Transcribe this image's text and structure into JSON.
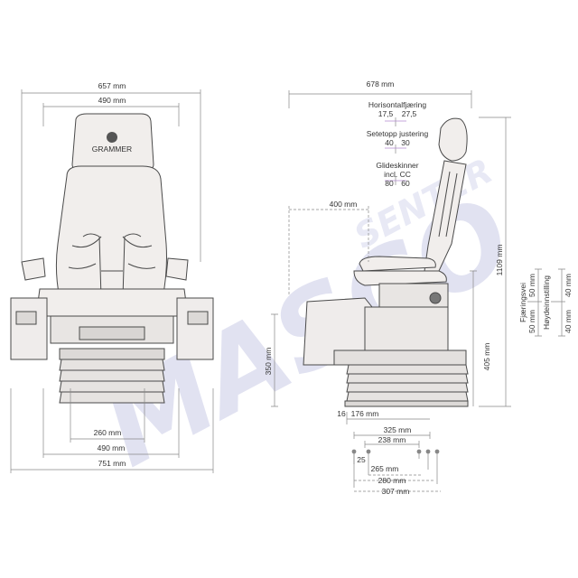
{
  "watermark": {
    "brand": "MASCO",
    "sub": "SENTER",
    "color": "#c9cbe6"
  },
  "colors": {
    "line": "#4a4a4a",
    "dim": "#888888",
    "seat": "#f1eeec",
    "dark": "#555555"
  },
  "front": {
    "width_total": "657 mm",
    "width_back": "490 mm",
    "width_base": "260 mm",
    "width_base2": "490 mm",
    "width_armrests": "751 mm",
    "logo_text": "GRAMMER"
  },
  "side": {
    "depth_total": "678 mm",
    "horizontal_label": "Horisontalfjæring",
    "horizontal_a": "17,5",
    "horizontal_b": "27,5",
    "seattop_label": "Setetopp justering",
    "seattop_a": "40",
    "seattop_b": "30",
    "slide_label_1": "Glideskinner",
    "slide_label_2": "incl. CC",
    "slide_a": "80",
    "slide_b": "60",
    "backrest_depth": "400 mm",
    "height_total": "1109 mm",
    "height_base": "350 mm",
    "height_mid": "405 mm",
    "suspension_label": "Fjæringsvei",
    "suspension_a": "50 mm",
    "suspension_b": "50 mm",
    "height_adj_label": "Høydeinnstilling",
    "height_adj_a": "40 mm",
    "height_adj_b": "40 mm",
    "offset_small": "16",
    "base_depth": "176 mm"
  },
  "mount": {
    "w1": "325 mm",
    "w2": "238 mm",
    "h_small": "25",
    "w3": "265 mm",
    "w4": "280 mm",
    "w5": "307 mm"
  }
}
